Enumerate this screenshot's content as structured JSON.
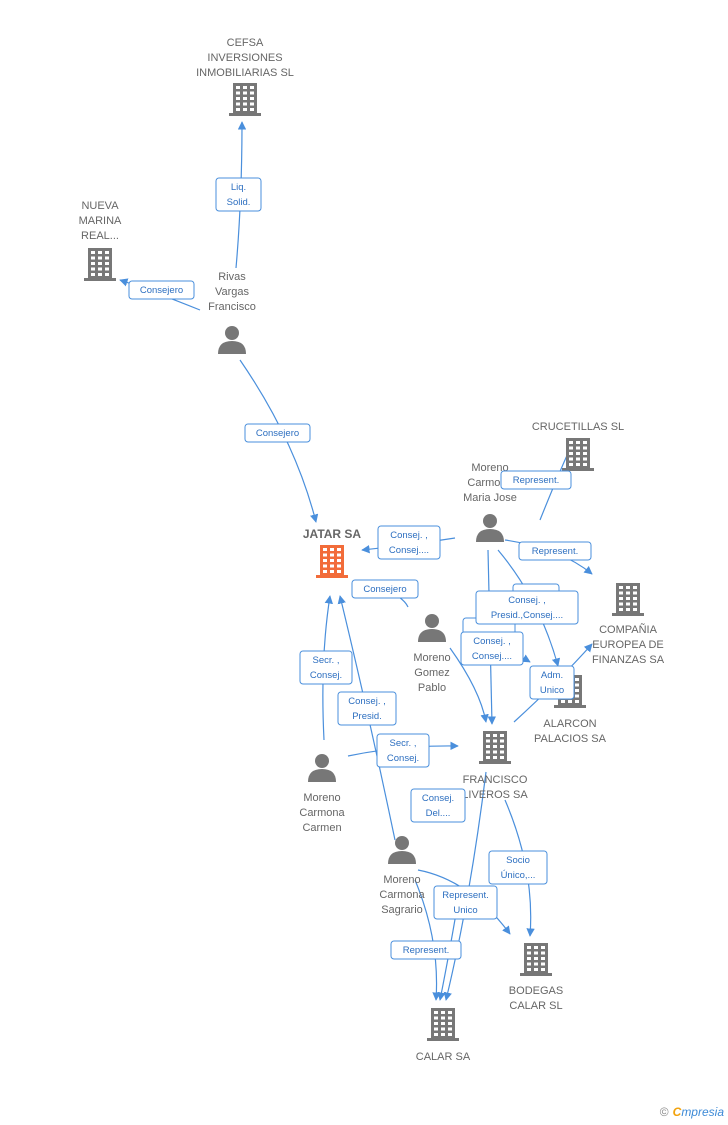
{
  "brand": {
    "copyright": "©",
    "first": "C",
    "rest": "mpresia"
  },
  "colors": {
    "edge": "#4a8fdc",
    "company": "#777777",
    "person": "#777777",
    "focus": "#f26c3a"
  },
  "nodes": [
    {
      "id": "cefsa",
      "type": "company",
      "lines": [
        "CEFSA",
        "INVERSIONES",
        "INMOBILIARIAS SL"
      ]
    },
    {
      "id": "nueva_marina",
      "type": "company",
      "lines": [
        "NUEVA",
        "MARINA",
        "REAL..."
      ]
    },
    {
      "id": "rivas",
      "type": "person",
      "lines": [
        "Rivas",
        "Vargas",
        "Francisco"
      ]
    },
    {
      "id": "jatar",
      "type": "focus",
      "lines": [
        "JATAR SA"
      ]
    },
    {
      "id": "crucetillas",
      "type": "company",
      "lines": [
        "CRUCETILLAS SL"
      ]
    },
    {
      "id": "moreno_mj",
      "type": "person",
      "lines": [
        "Moreno",
        "Carmona",
        "Maria Jose"
      ]
    },
    {
      "id": "compania",
      "type": "company",
      "lines": [
        "COMPAÑIA",
        "EUROPEA DE",
        "FINANZAS SA"
      ]
    },
    {
      "id": "moreno_pablo",
      "type": "person",
      "lines": [
        "Moreno",
        "Gomez",
        "Pablo"
      ]
    },
    {
      "id": "alarcon",
      "type": "company",
      "lines": [
        "ALARCON",
        "PALACIOS SA"
      ]
    },
    {
      "id": "francisco_liveros",
      "type": "company",
      "lines": [
        "FRANCISCO",
        "LIVEROS SA"
      ]
    },
    {
      "id": "moreno_carmen",
      "type": "person",
      "lines": [
        "Moreno",
        "Carmona",
        "Carmen"
      ]
    },
    {
      "id": "moreno_sagrario",
      "type": "person",
      "lines": [
        "Moreno",
        "Carmona",
        "Sagrario"
      ]
    },
    {
      "id": "bodegas",
      "type": "company",
      "lines": [
        "BODEGAS",
        "CALAR SL"
      ]
    },
    {
      "id": "calar",
      "type": "company",
      "lines": [
        "CALAR SA"
      ]
    }
  ],
  "relations": [
    {
      "id": "r1",
      "lines": [
        "Liq.",
        "Solid."
      ]
    },
    {
      "id": "r2",
      "lines": [
        "Consejero"
      ]
    },
    {
      "id": "r3",
      "lines": [
        "Consejero"
      ]
    },
    {
      "id": "r4",
      "lines": [
        "Consej. ,",
        "Consej...."
      ]
    },
    {
      "id": "r5",
      "lines": [
        "Consejero"
      ]
    },
    {
      "id": "r6",
      "lines": [
        "Represent."
      ]
    },
    {
      "id": "r7",
      "lines": [
        "Represent."
      ]
    },
    {
      "id": "r8",
      "lines": [
        "Consej. ,",
        "Presid.,Consej...."
      ]
    },
    {
      "id": "r9",
      "lines": [
        "Consej. ,",
        "Consej...."
      ]
    },
    {
      "id": "r10",
      "lines": [
        "Adm.",
        "Unico"
      ]
    },
    {
      "id": "r11",
      "lines": [
        "Secr. ,",
        "Consej."
      ]
    },
    {
      "id": "r12",
      "lines": [
        "Consej. ,",
        "Presid."
      ]
    },
    {
      "id": "r13",
      "lines": [
        "Secr. ,",
        "Consej."
      ]
    },
    {
      "id": "r14",
      "lines": [
        "Consej.",
        "Del...."
      ]
    },
    {
      "id": "r15",
      "lines": [
        "Socio",
        "Único,..."
      ]
    },
    {
      "id": "r16",
      "lines": [
        "Represent.",
        "Unico"
      ]
    },
    {
      "id": "r17",
      "lines": [
        "Represent."
      ]
    }
  ]
}
